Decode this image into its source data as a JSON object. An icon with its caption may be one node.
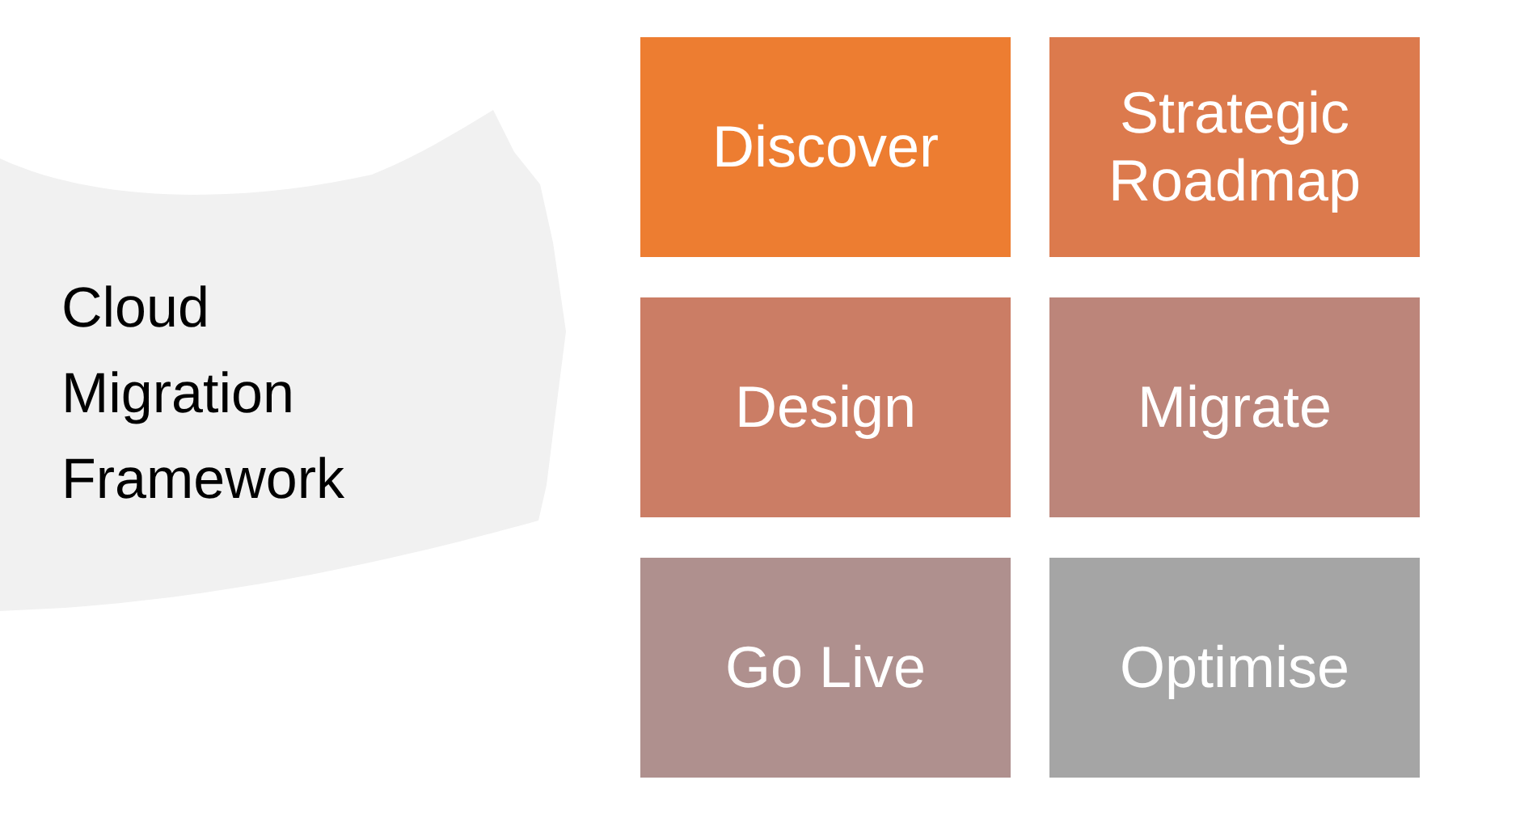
{
  "diagram": {
    "title": "Cloud Migration Framework",
    "nodes": [
      {
        "text": [
          "Discover"
        ]
      },
      {
        "text": [
          "Strategic Roadmap"
        ]
      },
      {
        "text": [
          "Design"
        ]
      },
      {
        "text": [
          "Migrate"
        ]
      },
      {
        "text": [
          "Go Live"
        ]
      },
      {
        "text": [
          "Optimise"
        ]
      }
    ]
  }
}
